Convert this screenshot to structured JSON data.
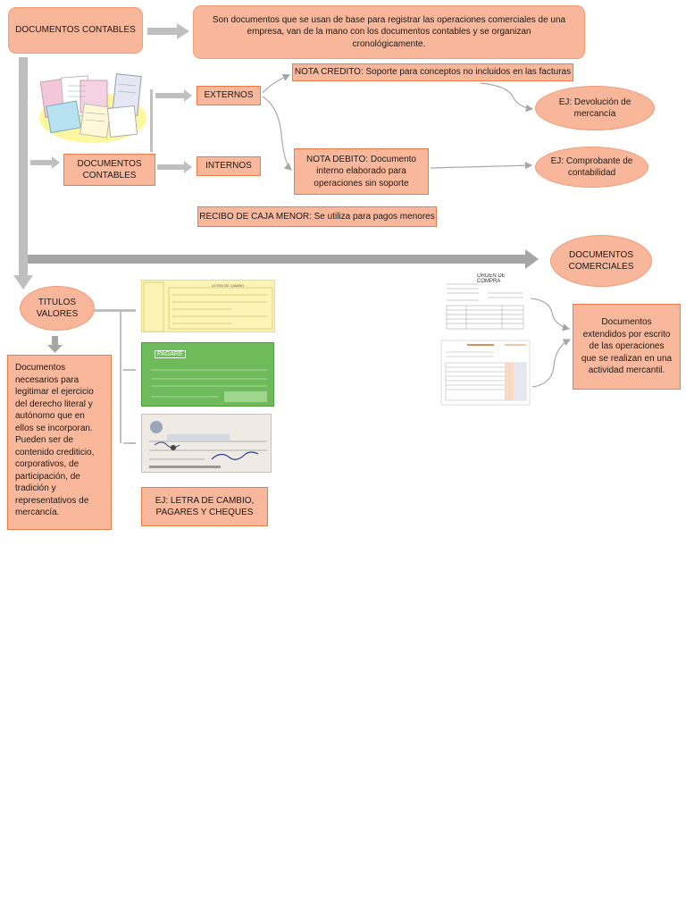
{
  "nodes": {
    "documentos_contables_top": "DOCUMENTOS CONTABLES",
    "definicion": "Son documentos que se usan de base para registrar las operaciones comerciales de una empresa, van de la mano con los documentos contables y se organizan cronológicamente.",
    "externos": "EXTERNOS",
    "internos": "INTERNOS",
    "documentos_contables_mid": "DOCUMENTOS CONTABLES",
    "nota_credito": "NOTA CREDITO: Soporte para conceptos no incluidos en las facturas",
    "nota_debito": "NOTA DEBITO: Documento interno elaborado para operaciones sin soporte",
    "ej_devolucion": "EJ:  Devolución de mercancía",
    "ej_comprobante": "EJ: Comprobante de contabilidad",
    "recibo_caja": "RECIBO DE CAJA MENOR: Se utiliza para pagos menores",
    "documentos_comerciales": "DOCUMENTOS COMERCIALES",
    "documentos_extendidos": "Documentos extendidos por escrito de las operaciones que se realizan en una actividad mercantil.",
    "titulos_valores": "TITULOS VALORES",
    "titulos_desc": "Documentos necesarios para legitimar el ejercicio del derecho literal  y autónomo que en ellos se incorporan. Pueden ser de contenido crediticio, corporativos, de participación, de tradición y representativos de mercancía.",
    "ej_letra": "EJ: LETRA DE CAMBIO, PAGARES Y CHEQUES"
  },
  "images": {
    "letra_cambio": "LETRA DE CAMBIO",
    "pagare": "PAGARÉ",
    "orden_compra": "ORDEN DE COMPRA"
  },
  "colors": {
    "box_fill": "#f8b79a",
    "box_border": "#ee8a5c",
    "arrow_gray": "#b3b3b3",
    "pagare_green": "#6fba5a",
    "letra_yellow": "#fbf4b4"
  }
}
